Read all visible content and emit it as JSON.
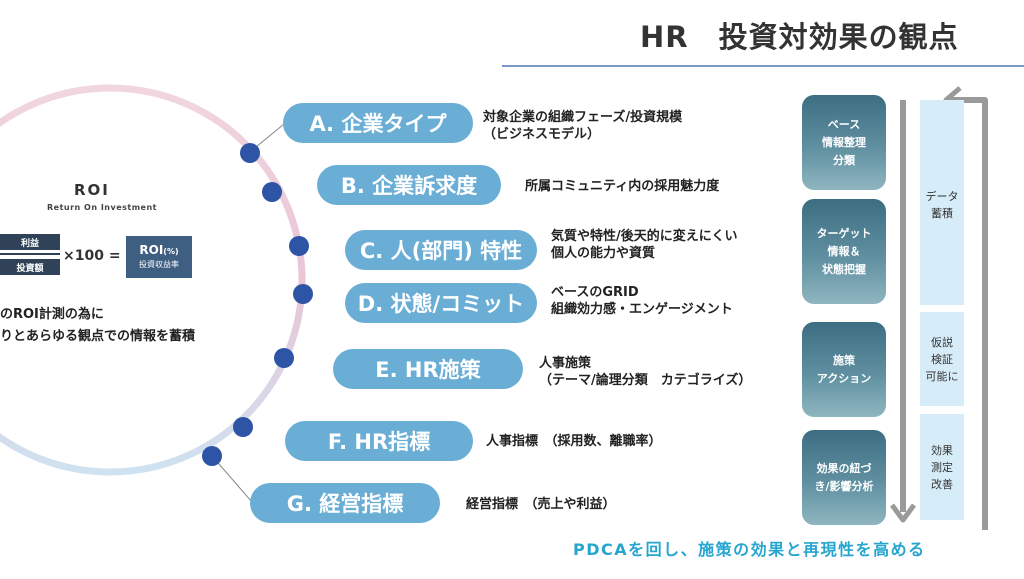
{
  "header": {
    "title": "HR　投資対効果の観点"
  },
  "roi": {
    "title": "ROI",
    "subtitle": "Return On Investment",
    "numerator": "利益",
    "denominator": "投資額",
    "multiplier": "×100 =",
    "result_main": "ROI",
    "result_unit": "(%)",
    "result_sub": "投資収益率",
    "note_line1": "のROI計測の為に",
    "note_line2": "りとあらゆる観点での情報を蓄積"
  },
  "categories": [
    {
      "label": "A. 企業タイプ",
      "desc1": "対象企業の組織フェーズ/投資規模",
      "desc2": "（ビジネスモデル）"
    },
    {
      "label": "B. 企業訴求度",
      "desc1": "所属コミュニティ内の採用魅力度",
      "desc2": ""
    },
    {
      "label": "C. 人(部門) 特性",
      "desc1": "気質や特性/後天的に変えにくい",
      "desc2": "個人の能力や資質"
    },
    {
      "label": "D. 状態/コミット",
      "desc1": "ベースのGRID",
      "desc2": "組織効力感・エンゲージメント"
    },
    {
      "label": "E. HR施策",
      "desc1": "人事施策",
      "desc2": "（テーマ/論理分類　カテゴライズ）"
    },
    {
      "label": "F. HR指標",
      "desc1": "人事指標　（採用数、離職率）",
      "desc2": ""
    },
    {
      "label": "G. 経営指標",
      "desc1": "経営指標　（売上や利益）",
      "desc2": ""
    }
  ],
  "process": [
    {
      "l1": "ベース",
      "l2": "情報整理",
      "l3": "分類"
    },
    {
      "l1": "ターゲット",
      "l2": "情報＆",
      "l3": "状態把握"
    },
    {
      "l1": "施策",
      "l2": "アクション"
    },
    {
      "l1": "効果の紐づ",
      "l2": "き/影響分析"
    }
  ],
  "phases": [
    {
      "l1": "データ",
      "l2": "蓄積"
    },
    {
      "l1": "仮説",
      "l2": "検証",
      "l3": "可能に"
    },
    {
      "l1": "効果",
      "l2": "測定",
      "l3": "改善"
    }
  ],
  "footer": {
    "text": "PDCAを回し、施策の効果と再現性を高める"
  },
  "colors": {
    "pill": "#6aaed6",
    "dot": "#2e54a6",
    "accent": "#26a6cf",
    "rule": "#7b98c6"
  }
}
